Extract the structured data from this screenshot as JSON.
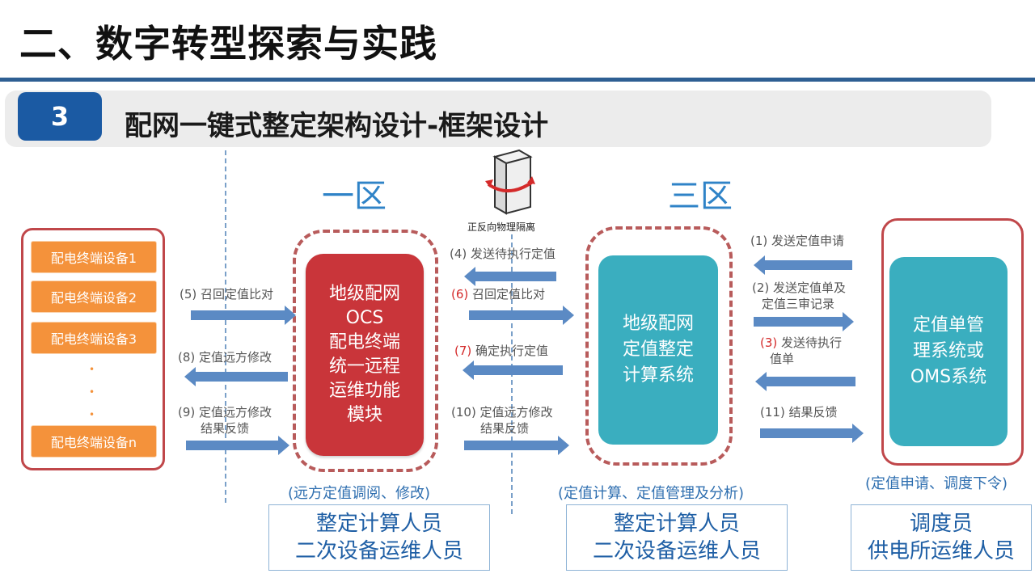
{
  "header": {
    "title": "二、数字转型探索与实践",
    "section_number": "3",
    "section_title": "配网一键式整定架构设计-框架设计"
  },
  "zones": {
    "zone1": "一区",
    "zone3": "三区"
  },
  "isolation": {
    "label": "正反向物理隔离"
  },
  "devices": [
    "配电终端设备1",
    "配电终端设备2",
    "配电终端设备3",
    "配电终端设备n"
  ],
  "ocs_box": {
    "lines": [
      "地级配网",
      "OCS",
      "配电终端",
      "统一远程",
      "运维功能",
      "模块"
    ]
  },
  "calc_box": {
    "lines": [
      "地级配网",
      "定值整定",
      "计算系统"
    ]
  },
  "oms_box": {
    "lines": [
      "定值单管",
      "理系统或",
      "OMS系统"
    ]
  },
  "steps": {
    "s1": "(1) 发送定值申请",
    "s2a": "(2) 发送定值单及",
    "s2b": "定值三审记录",
    "s3_num": "(3)",
    "s3a": "发送待执行",
    "s3b": "值单",
    "s4": "(4) 发送待执行定值",
    "s5": "(5) 召回定值比对",
    "s6_num": "(6)",
    "s6": "召回定值比对",
    "s7_num": "(7)",
    "s7": "确定执行定值",
    "s8": "(8) 定值远方修改",
    "s9a": "(9) 定值远方修改",
    "s9b": "结果反馈",
    "s10a": "(10) 定值远方修改",
    "s10b": "结果反馈",
    "s11": "(11) 结果反馈"
  },
  "captions": {
    "c1": "(远方定值调阅、修改)",
    "c2": "(定值计算、定值管理及分析)",
    "c3": "(定值申请、调度下令)"
  },
  "people": {
    "p1": [
      "整定计算人员",
      "二次设备运维人员"
    ],
    "p2": [
      "整定计算人员",
      "二次设备运维人员"
    ],
    "p3": [
      "调度员",
      "供电所运维人员"
    ]
  },
  "colors": {
    "title_rule": "#2e5f93",
    "badge": "#1b5aa3",
    "zone_label": "#2f83c7",
    "device": "#f4923b",
    "ocs": "#c9353a",
    "system_box": "#3aaebf",
    "arrow": "#5b8ac4",
    "frame_red": "#c0474a"
  }
}
